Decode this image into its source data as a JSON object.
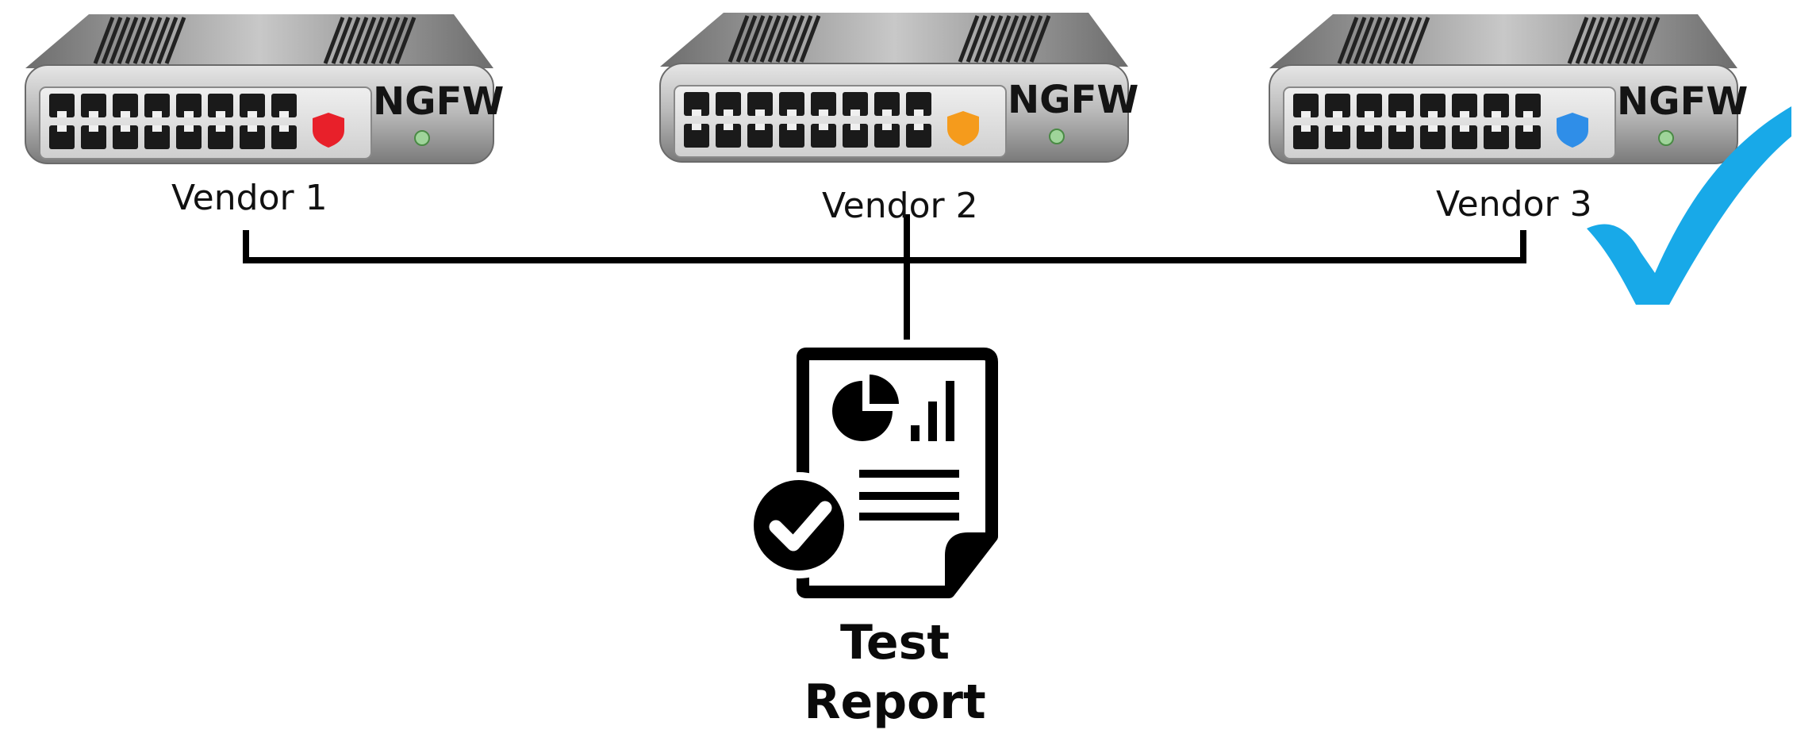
{
  "diagram": {
    "devices": [
      {
        "name": "Vendor 1",
        "model": "NGFW",
        "shield_color": "#e8202a",
        "shield_icon": "shield-icon"
      },
      {
        "name": "Vendor 2",
        "model": "NGFW",
        "shield_color": "#f59b1c",
        "shield_icon": "shield-icon"
      },
      {
        "name": "Vendor 3",
        "model": "NGFW",
        "shield_color": "#2f8ee8",
        "shield_icon": "shield-icon",
        "selected": true
      }
    ],
    "selected_marker": {
      "icon": "checkmark-icon",
      "color": "#18a9e8"
    },
    "report": {
      "icon": "report-document-icon",
      "badge_icon": "check-circle-icon",
      "title_line1": "Test",
      "title_line2": "Report"
    },
    "colors": {
      "connector": "#000000",
      "device_body": "#9a9a9a",
      "port_panel": "#dcdcdc",
      "port": "#1a1a1a"
    }
  }
}
